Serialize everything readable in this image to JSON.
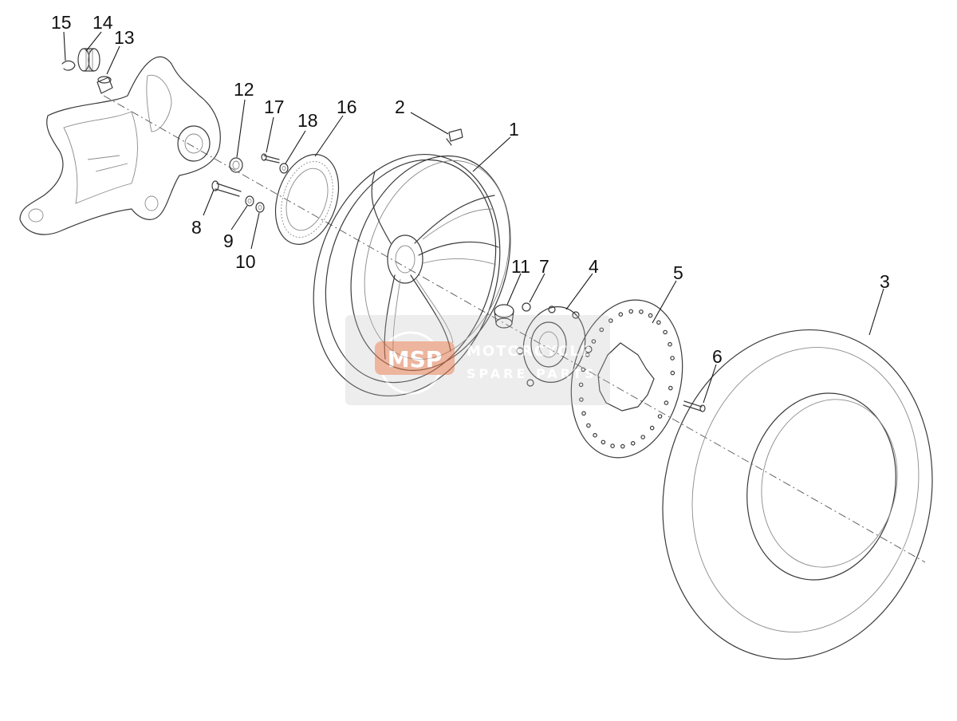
{
  "diagram": {
    "callouts": [
      "1",
      "2",
      "3",
      "4",
      "5",
      "6",
      "7",
      "8",
      "9",
      "10",
      "11",
      "12",
      "13",
      "14",
      "15",
      "16",
      "17",
      "18"
    ]
  },
  "watermark": {
    "logo_text": "MSP",
    "line1": "MOTORCYCLE",
    "line2": "SPARE PARTS",
    "color": "#c8c8c8",
    "logo_color": "#e07a50"
  }
}
